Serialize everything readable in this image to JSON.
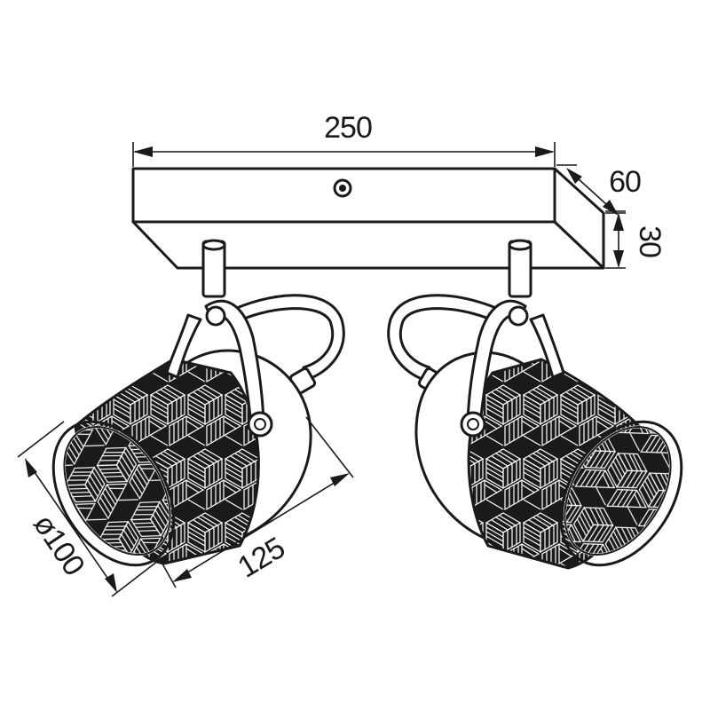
{
  "dimensions": {
    "width": "250",
    "depth": "60",
    "height": "30",
    "diameter": "ø100",
    "length": "125"
  },
  "colors": {
    "line": "#1a1a1a",
    "fill": "#ffffff",
    "pattern": "#1a1a1a"
  },
  "parts": [
    "mounting-plate",
    "screw-hole",
    "left-spotlight",
    "right-spotlight"
  ]
}
